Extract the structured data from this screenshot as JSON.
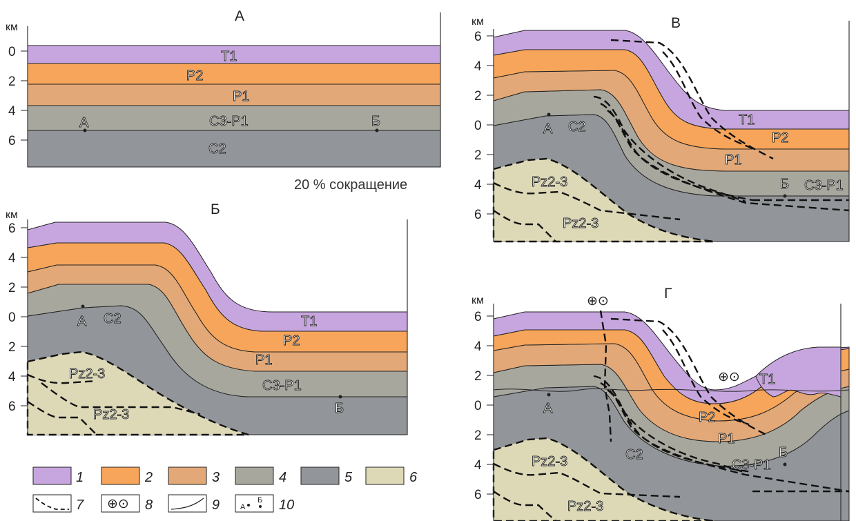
{
  "panels": {
    "A": {
      "title": "А",
      "y_unit": "км",
      "y_ticks": [
        "0",
        "2",
        "4",
        "6"
      ],
      "layers": [
        "T1",
        "P2",
        "P1",
        "C3-P1",
        "C2"
      ],
      "markers": [
        "А",
        "Б"
      ],
      "note": "20 % сокращение"
    },
    "B": {
      "title": "Б",
      "y_unit": "км",
      "y_ticks": [
        "6",
        "4",
        "2",
        "0",
        "2",
        "4",
        "6"
      ],
      "layers": [
        "T1",
        "P2",
        "P1",
        "C3-P1",
        "C2",
        "Pz2-3",
        "Pz2-3"
      ],
      "markers": [
        "А",
        "Б"
      ]
    },
    "V": {
      "title": "В",
      "y_unit": "км",
      "y_ticks": [
        "6",
        "4",
        "2",
        "0",
        "2",
        "4",
        "6"
      ],
      "layers": [
        "T1",
        "P2",
        "P1",
        "C3-P1",
        "C2",
        "Pz2-3",
        "Pz2-3"
      ],
      "markers": [
        "А",
        "Б"
      ]
    },
    "G": {
      "title": "Г",
      "y_unit": "км",
      "y_ticks": [
        "6",
        "4",
        "2",
        "0",
        "2",
        "4",
        "6"
      ],
      "layers": [
        "T1",
        "P2",
        "P1",
        "C3-P1",
        "C2",
        "Pz2-3",
        "Pz2-3"
      ],
      "markers": [
        "А",
        "Б"
      ],
      "movement_symbols": [
        "⊕⊙",
        "⊕⊙"
      ]
    }
  },
  "legend": [
    {
      "num": "1",
      "color": "#c7a6df",
      "kind": "swatch"
    },
    {
      "num": "2",
      "color": "#f7a55a",
      "kind": "swatch"
    },
    {
      "num": "3",
      "color": "#e3a877",
      "kind": "swatch"
    },
    {
      "num": "4",
      "color": "#a7a79e",
      "kind": "swatch"
    },
    {
      "num": "5",
      "color": "#929599",
      "kind": "swatch"
    },
    {
      "num": "6",
      "color": "#ddd9b7",
      "kind": "swatch"
    },
    {
      "num": "7",
      "kind": "dashed-line"
    },
    {
      "num": "8",
      "kind": "symbol",
      "text": "⊕⊙"
    },
    {
      "num": "9",
      "kind": "solid-line"
    },
    {
      "num": "10",
      "kind": "points",
      "text_a": "А",
      "text_b": "Б"
    }
  ],
  "colors": {
    "T1": "#c7a6df",
    "P2": "#f7a55a",
    "P1": "#e3a877",
    "C3P1": "#a7a79e",
    "C2": "#929599",
    "Pz": "#ddd9b7"
  }
}
